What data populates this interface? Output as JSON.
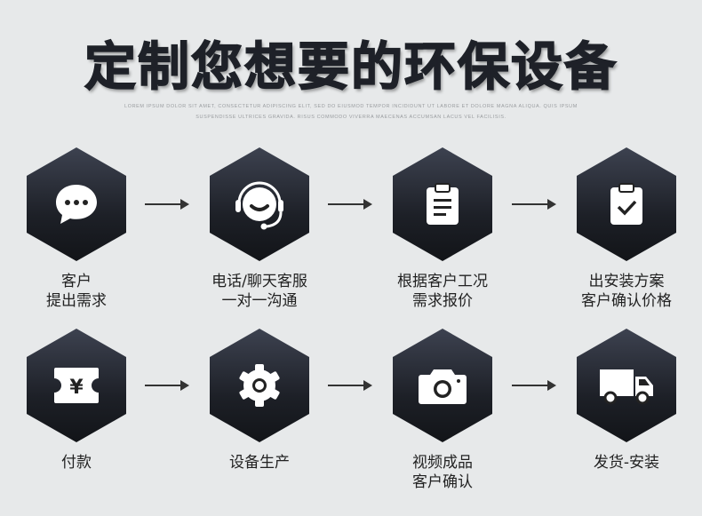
{
  "title": "定制您想要的环保设备",
  "subtitle": [
    "LOREM IPSUM DOLOR SIT AMET, CONSECTETUR ADIPISCING ELIT, SED DO EIUSMOD TEMPOR INCIDIDUNT UT LABORE ET DOLORE MAGNA ALIQUA. QUIS IPSUM",
    "SUSPENDISSE ULTRICES GRAVIDA. RISUS COMMODO VIVERRA MAECENAS ACCUMSAN LACUS VEL FACILISIS."
  ],
  "steps": [
    {
      "icon": "chat-bubble-icon",
      "lines": [
        "客户",
        "提出需求"
      ]
    },
    {
      "icon": "headset-icon",
      "lines": [
        "电话/聊天客服",
        "一对一沟通"
      ]
    },
    {
      "icon": "clipboard-list-icon",
      "lines": [
        "根据客户工况",
        "需求报价"
      ]
    },
    {
      "icon": "clipboard-check-icon",
      "lines": [
        "出安装方案",
        "客户确认价格"
      ]
    },
    {
      "icon": "yen-ticket-icon",
      "lines": [
        "付款",
        ""
      ]
    },
    {
      "icon": "gear-icon",
      "lines": [
        "设备生产",
        ""
      ]
    },
    {
      "icon": "camera-icon",
      "lines": [
        "视频成品",
        "客户确认"
      ]
    },
    {
      "icon": "truck-icon",
      "lines": [
        "发货-安装",
        ""
      ]
    }
  ]
}
